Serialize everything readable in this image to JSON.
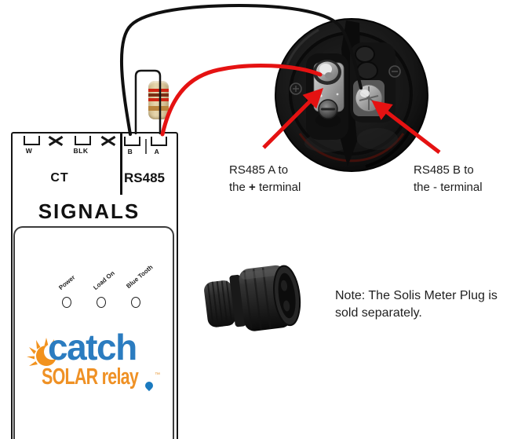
{
  "device": {
    "terminals": {
      "w": "W",
      "blk": "BLK",
      "b": "B",
      "a": "A"
    },
    "sections": {
      "left": "CT",
      "right": "RS485"
    },
    "panel_title": "SIGNALS",
    "leds": [
      {
        "label": "Power"
      },
      {
        "label": "Load On"
      },
      {
        "label": "Blue Tooth"
      }
    ],
    "logo": {
      "brand": "catch",
      "sub": "SOLAR relay",
      "tm": "™"
    }
  },
  "callouts": {
    "a": {
      "line1": "RS485 A to",
      "pre": "the ",
      "sym": "+",
      "post": " terminal"
    },
    "b": {
      "line1": "RS485 B to",
      "pre": "the ",
      "sym": "-",
      "post": " terminal"
    },
    "note_line1": "Note: The Solis Meter Plug is",
    "note_line2": "sold separately."
  },
  "colors": {
    "wire_red": "#e51212",
    "wire_black": "#101010",
    "brand_blue": "#2b7cc0",
    "brand_orange": "#ef9125",
    "resistor_body": "#d9c69c"
  }
}
